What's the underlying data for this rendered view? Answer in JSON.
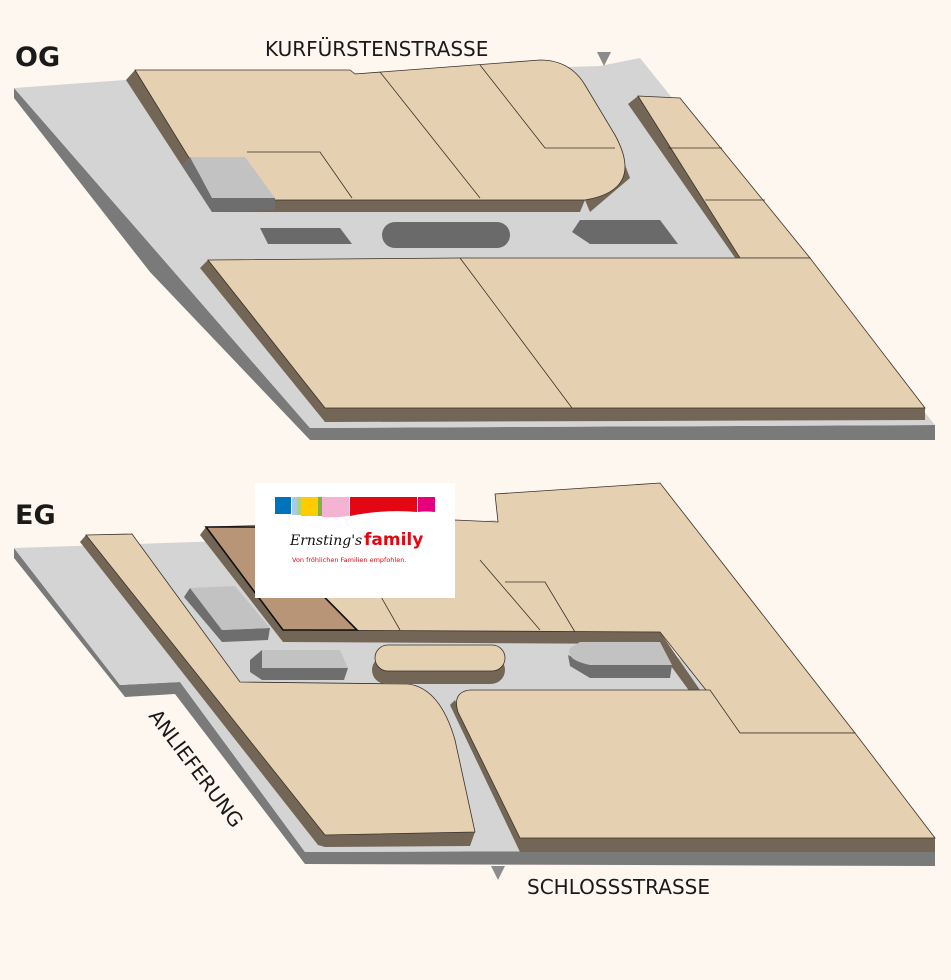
{
  "floors": [
    {
      "id": "og",
      "label": "OG",
      "street_label": "KURFÜRSTENSTRASSE"
    },
    {
      "id": "eg",
      "label": "EG",
      "street_label_delivery": "ANLIEFERUNG",
      "street_label_bottom": "SCHLOSSSTRASSE"
    }
  ],
  "highlighted_store": {
    "name": "Ernsting's family",
    "logo_brand": "Ernsting's",
    "logo_word": "family",
    "slogan": "Von fröhlichen Familien empfohlen.",
    "highlight_color": "#b99577"
  },
  "colors": {
    "store": "#e6d0b2",
    "wall": "#736656",
    "floor": "#d4d4d4",
    "background": "#fdf7f0"
  }
}
